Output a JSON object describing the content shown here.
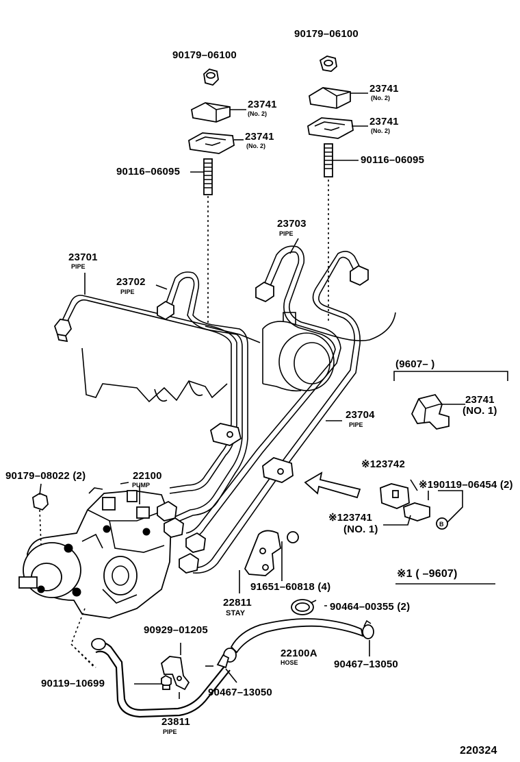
{
  "labels": {
    "nut_left": "90179–06100",
    "nut_right": "90179–06100",
    "clamp_l_upper": "23741",
    "clamp_l_upper_sub": "(No. 2)",
    "clamp_l_lower": "23741",
    "clamp_l_lower_sub": "(No. 2)",
    "clamp_r_upper": "23741",
    "clamp_r_upper_sub": "(No. 2)",
    "clamp_r_lower": "23741",
    "clamp_r_lower_sub": "(No. 2)",
    "stud_left": "90116–06095",
    "stud_right": "90116–06095",
    "pipe_23703": "23703",
    "pipe_23703_sub": "PIPE",
    "pipe_23701": "23701",
    "pipe_23701_sub": "PIPE",
    "pipe_23702": "23702",
    "pipe_23702_sub": "PIPE",
    "pipe_23704": "23704",
    "pipe_23704_sub": "PIPE",
    "inset_range": "(9607–        )",
    "inset_clamp": "23741",
    "inset_clamp_sub": "(NO. 1)",
    "nut_pump": "90179–08022 (2)",
    "pump": "22100",
    "pump_sub": "PUMP",
    "ref_123742": "※123742",
    "ref_bolt": "※190119–06454 (2)",
    "ref_123741": "※123741",
    "ref_123741_sub": "(NO. 1)",
    "footnote": "※1 (        –9607)",
    "bolt_stay": "91651–60818 (4)",
    "stay": "22811",
    "stay_sub": "STAY",
    "hose_clip": "90464–00355 (2)",
    "clip_top": "90929–01205",
    "hose": "22100A",
    "hose_sub": "HOSE",
    "clamp_hose_right": "90467–13050",
    "bolt_bottom": "90119–10699",
    "clamp_hose_left": "90467–13050",
    "pipe_23811": "23811",
    "pipe_23811_sub": "PIPE",
    "diagram_id": "220324",
    "circle_b": "B"
  }
}
